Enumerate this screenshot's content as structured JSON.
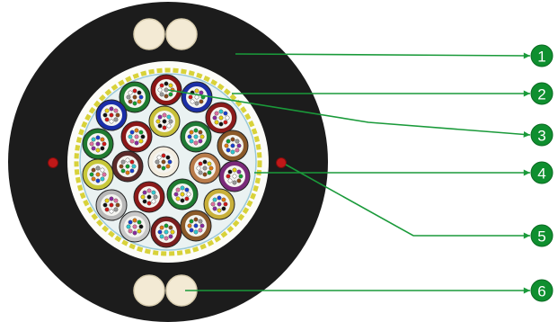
{
  "diagram": {
    "colors": {
      "sheath": "#1c1c1c",
      "strength_member": "#f3ead4",
      "ripcord": "#c01818",
      "core_fill": "#fcfcf8",
      "water_blocking_tape": "#d8d23a",
      "leader_line": "#1a9a3a",
      "marker": "#0f8f2f",
      "marker_text": "#ffffff"
    },
    "callouts": [
      {
        "label": "1"
      },
      {
        "label": "2"
      },
      {
        "label": "3"
      },
      {
        "label": "4"
      },
      {
        "label": "5"
      },
      {
        "label": "6"
      }
    ],
    "tube_colors": [
      "#1e7b30",
      "#8b1616",
      "#1c2fa6",
      "#1a2ea8",
      "#c8c03a",
      "#8b1b1b",
      "#1f7a30",
      "#8b1818",
      "#207a35",
      "#8b5a2a",
      "#c8c83a",
      "#5a2a2a",
      "#f3ede0",
      "#b87b4a",
      "#7a2a7a",
      "#b8b8b8",
      "#8b1a1a",
      "#1e7b30",
      "#c8b03a",
      "#c8c8c8",
      "#7a1e1e",
      "#8b5a2a",
      "#f0ece0"
    ]
  }
}
